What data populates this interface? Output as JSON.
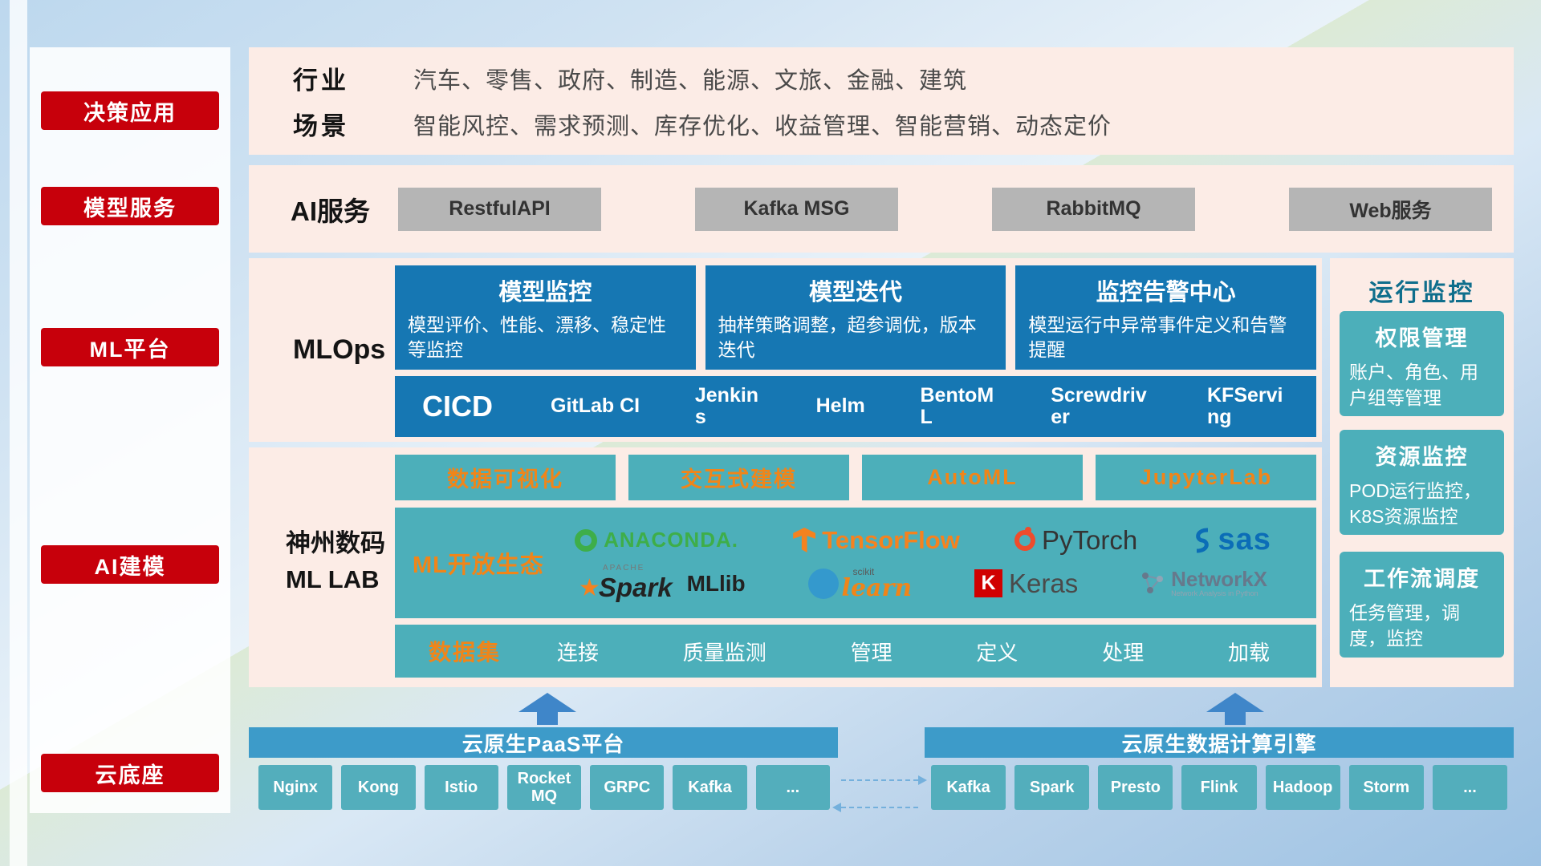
{
  "sidebar": {
    "items": [
      {
        "label": "决策应用"
      },
      {
        "label": "模型服务"
      },
      {
        "label": "ML平台"
      },
      {
        "label": "AI建模"
      },
      {
        "label": "云底座"
      }
    ]
  },
  "industry": {
    "row1_label": "行业",
    "row1_value": "汽车、零售、政府、制造、能源、文旅、金融、建筑",
    "row2_label": "场景",
    "row2_value": "智能风控、需求预测、库存优化、收益管理、智能营销、动态定价"
  },
  "ai_service": {
    "label": "AI服务",
    "chips": [
      "RestfulAPI",
      "Kafka MSG",
      "RabbitMQ",
      "Web服务"
    ]
  },
  "mlops": {
    "label": "MLOps",
    "cards": [
      {
        "title": "模型监控",
        "desc": "模型评价、性能、漂移、稳定性等监控"
      },
      {
        "title": "模型迭代",
        "desc": "抽样策略调整，超参调优，版本迭代"
      },
      {
        "title": "监控告警中心",
        "desc": "模型运行中异常事件定义和告警提醒"
      }
    ],
    "cicd_label": "CICD",
    "cicd_items": [
      "GitLab CI",
      "Jenkins",
      "Helm",
      "BentoML",
      "Screwdriver",
      "KFServing"
    ]
  },
  "mllab": {
    "label1": "神州数码",
    "label2": "ML LAB",
    "tools": [
      "数据可视化",
      "交互式建模",
      "AutoML",
      "JupyterLab"
    ],
    "eco_label": "ML开放生态",
    "logos": {
      "anaconda": "ANACONDA.",
      "tensorflow": "TensorFlow",
      "pytorch": "PyTorch",
      "sas": "sas",
      "spark_prefix": "APACHE",
      "spark": "Spark",
      "mllib": "MLlib",
      "scikit_top": "scikit",
      "scikit_main": "learn",
      "keras_k": "K",
      "keras": "Keras",
      "networkx": "NetworkX",
      "networkx_sub": "Network Analysis in Python"
    },
    "dataset_label": "数据集",
    "dataset_items": [
      "连接",
      "质量监测",
      "管理",
      "定义",
      "处理",
      "加载"
    ]
  },
  "monitor": {
    "title": "运行监控",
    "cards": [
      {
        "title": "权限管理",
        "desc": "账户、角色、用户组等管理"
      },
      {
        "title": "资源监控",
        "desc": "POD运行监控，K8S资源监控"
      },
      {
        "title": "工作流调度",
        "desc": "任务管理，调度，监控"
      }
    ]
  },
  "bottom": {
    "paas_title": "云原生PaaS平台",
    "paas_chips": [
      "Nginx",
      "Kong",
      "Istio",
      "RocketMQ",
      "GRPC",
      "Kafka",
      "..."
    ],
    "engine_title": "云原生数据计算引擎",
    "engine_chips": [
      "Kafka",
      "Spark",
      "Presto",
      "Flink",
      "Hadoop",
      "Storm",
      "..."
    ]
  },
  "colors": {
    "red": "#c7000b",
    "panel_pink": "#fcece6",
    "blue": "#1677b3",
    "teal": "#4cafba",
    "orange": "#f08519",
    "header_blue": "#3d9bc9"
  }
}
